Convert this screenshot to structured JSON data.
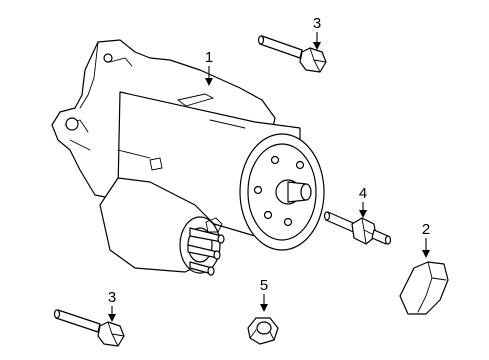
{
  "callouts": [
    {
      "id": "1",
      "label": "1",
      "part": "starter-motor"
    },
    {
      "id": "3a",
      "label": "3",
      "part": "bolt-upper"
    },
    {
      "id": "4",
      "label": "4",
      "part": "stud"
    },
    {
      "id": "2",
      "label": "2",
      "part": "cover"
    },
    {
      "id": "3b",
      "label": "3",
      "part": "bolt-lower"
    },
    {
      "id": "5",
      "label": "5",
      "part": "nut"
    }
  ]
}
